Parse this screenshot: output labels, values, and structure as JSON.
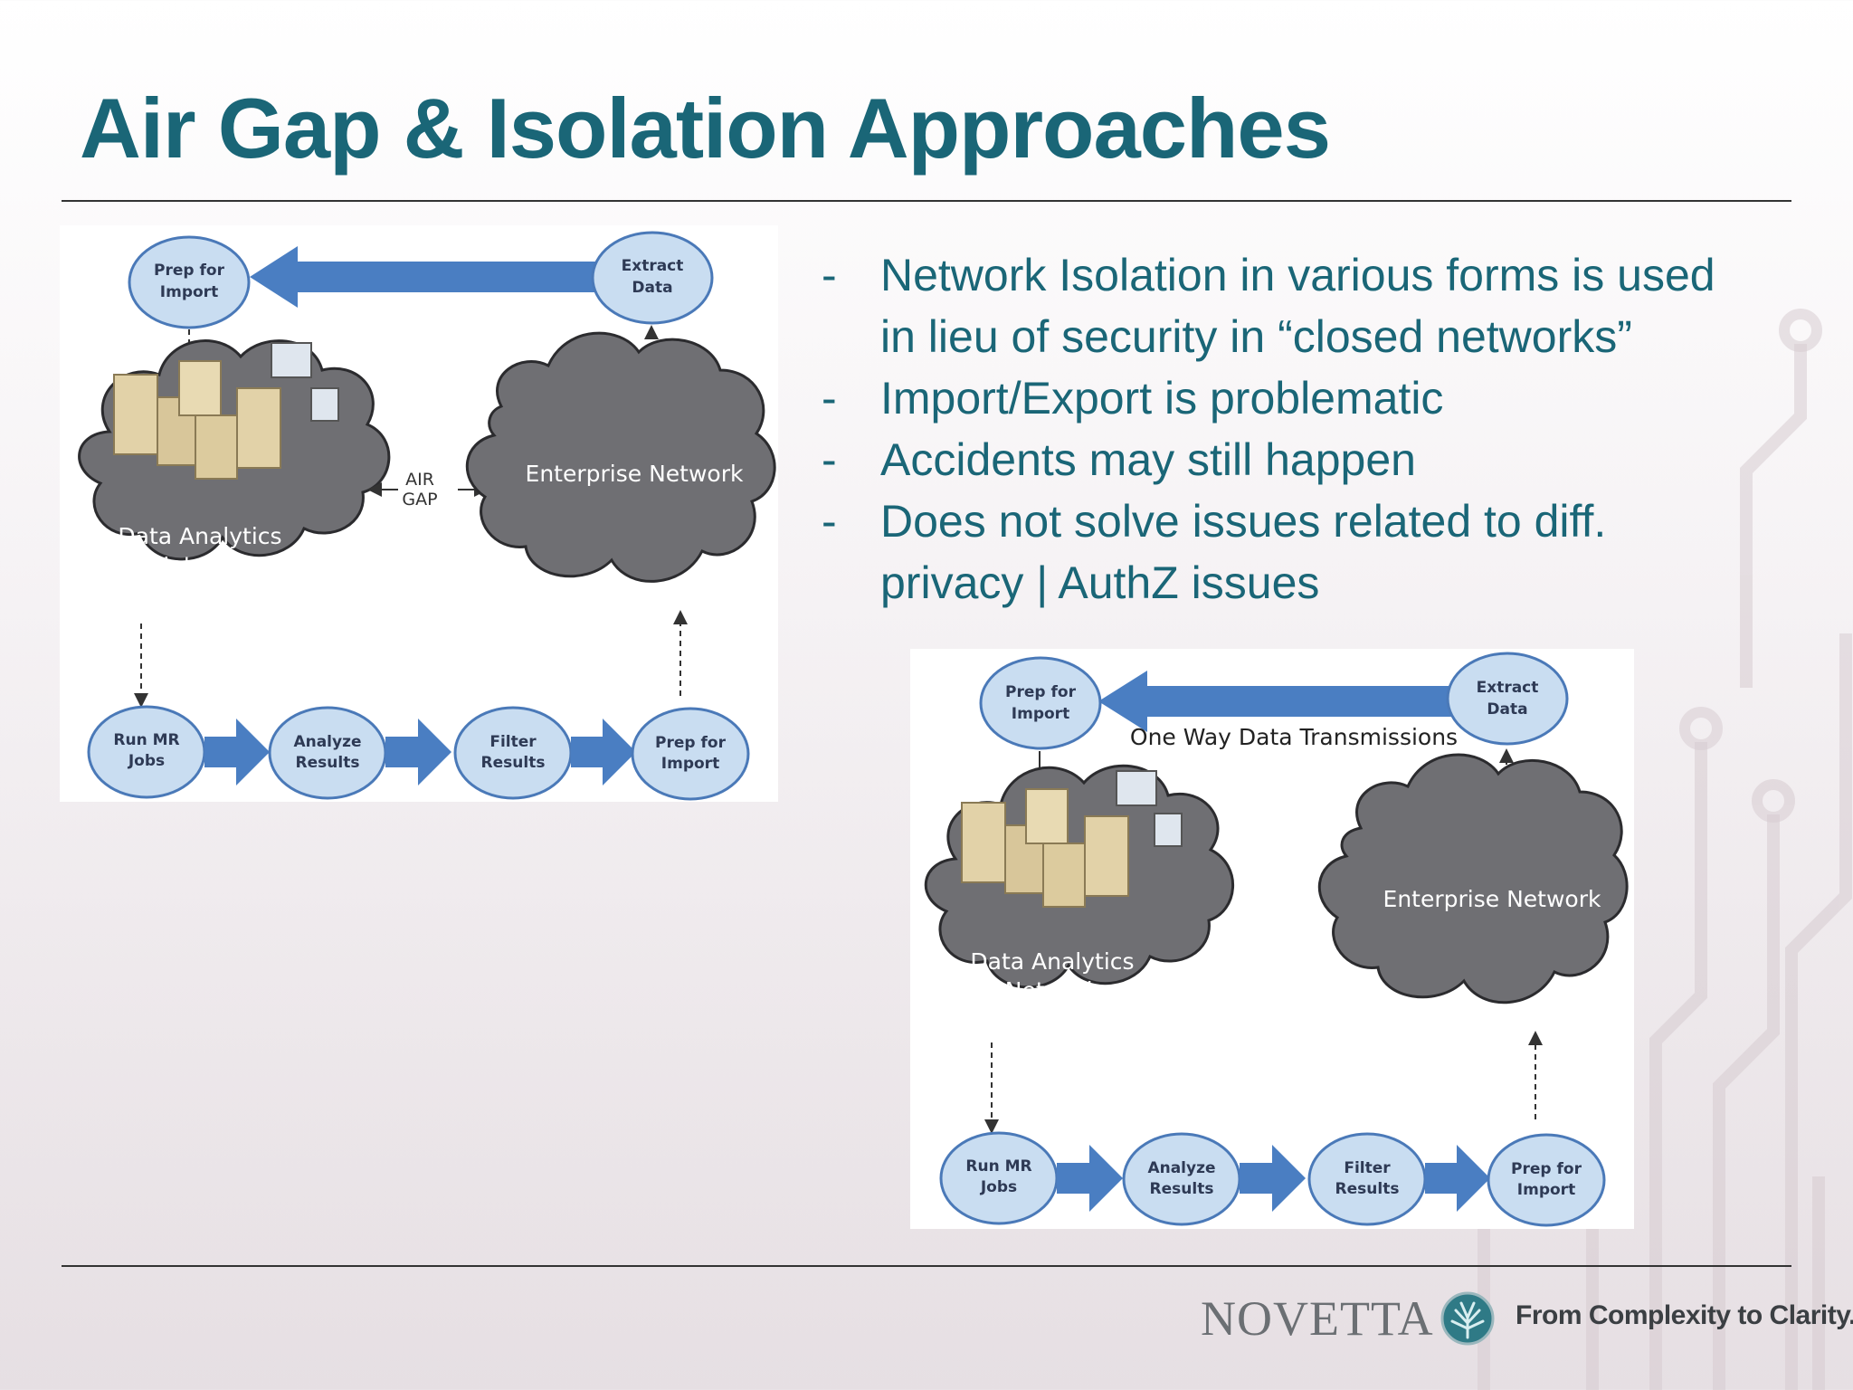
{
  "slide": {
    "title": "Air Gap & Isolation Approaches",
    "bullets": [
      "Network Isolation in various forms is used in lieu  of security in “closed networks”",
      "Import/Export is problematic",
      "Accidents may still happen",
      "Does not solve issues related to  diff. privacy | AuthZ issues"
    ],
    "bullet_marker": "-"
  },
  "diagram1": {
    "prep_for_import_top": [
      "Prep for",
      "Import"
    ],
    "extract_data": [
      "Extract",
      "Data"
    ],
    "data_analytics_network": [
      "Data Analytics",
      "Network"
    ],
    "enterprise_network": "Enterprise Network",
    "air_gap": [
      "AIR",
      "GAP"
    ],
    "run_mr_jobs": [
      "Run MR",
      "Jobs"
    ],
    "analyze_results": [
      "Analyze",
      "Results"
    ],
    "filter_results": [
      "Filter",
      "Results"
    ],
    "prep_for_import_bottom": [
      "Prep for",
      "Import"
    ]
  },
  "diagram2": {
    "prep_for_import_top": [
      "Prep for",
      "Import"
    ],
    "extract_data": [
      "Extract",
      "Data"
    ],
    "one_way": "One Way Data Transmissions",
    "data_analytics_network": [
      "Data Analytics",
      "Network"
    ],
    "enterprise_network": "Enterprise Network",
    "run_mr_jobs": [
      "Run MR",
      "Jobs"
    ],
    "analyze_results": [
      "Analyze",
      "Results"
    ],
    "filter_results": [
      "Filter",
      "Results"
    ],
    "prep_for_import_bottom": [
      "Prep for",
      "Import"
    ]
  },
  "footer": {
    "brand": "NOVETTA",
    "tagline": "From Complexity to Clarity."
  },
  "colors": {
    "title": "#1a6677",
    "node_fill": "#c9ddf1",
    "node_stroke": "#4a79b8",
    "arrow": "#4a7ec2",
    "cloud": "#6f6f73"
  },
  "icons": [
    "server-cluster-icon",
    "monitor-icon",
    "novetta-tree-logo-icon"
  ]
}
